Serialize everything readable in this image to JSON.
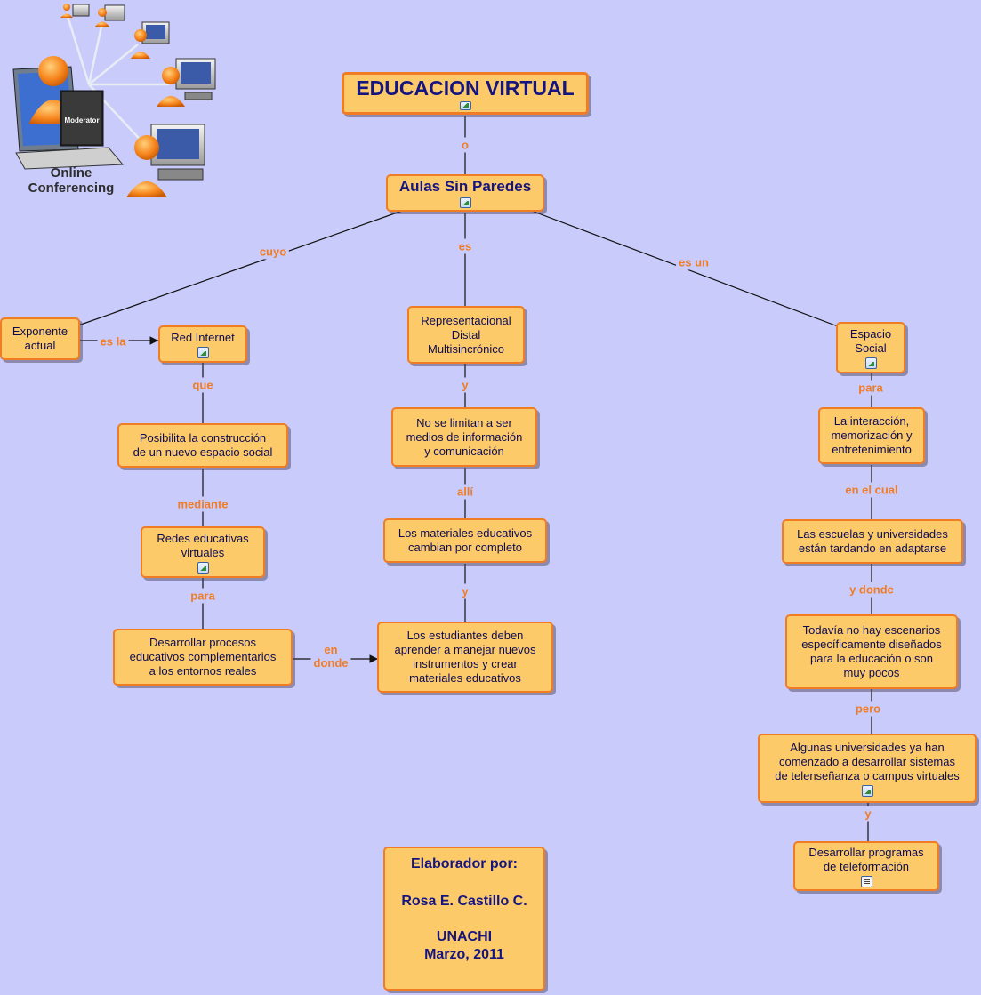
{
  "clipart": {
    "moderator_label": "Moderator",
    "caption": "Online\nConferencing"
  },
  "nodes": {
    "root": "EDUCACION VIRTUAL",
    "aulas": "Aulas Sin Paredes",
    "exponente": "Exponente\nactual",
    "red_internet": "Red Internet",
    "representacional": "Representacional\nDistal\nMultisincrónico",
    "espacio_social": "Espacio\nSocial",
    "posibilita": "Posibilita la construcción\nde un nuevo espacio social",
    "no_se_limitan": "No se limitan a ser\nmedios de información\ny comunicación",
    "interaccion": "La interacción,\nmemorización y\nentretenimiento",
    "redes": "Redes educativas\nvirtuales",
    "materiales": "Los materiales educativos\ncambian por completo",
    "escuelas": "Las escuelas y universidades\nestán tardando en adaptarse",
    "desarrollar_procesos": "Desarrollar procesos\neducativos complementarios\na los entornos reales",
    "estudiantes": "Los estudiantes deben\naprender a manejar nuevos\ninstrumentos y crear\nmateriales educativos",
    "todavia": "Todavía no hay escenarios\nespecíficamente diseñados\npara la educación o son\nmuy pocos",
    "algunas": "Algunas universidades ya han\ncomenzado a desarrollar sistemas\nde telenseñanza o campus virtuales",
    "teleformacion": "Desarrollar programas\nde teleformación",
    "credit_title": "Elaborador por:",
    "credit_name": "Rosa E. Castillo C.",
    "credit_org": "UNACHI",
    "credit_date": "Marzo, 2011"
  },
  "links": {
    "o": "o",
    "cuyo": "cuyo",
    "es": "es",
    "es_un": "es un",
    "es_la": "es la",
    "que": "que",
    "y1": "y",
    "para1": "para",
    "mediante": "mediante",
    "alli": "allí",
    "en_el_cual": "en el cual",
    "para2": "para",
    "y2": "y",
    "y_donde": "y donde",
    "en_donde": "en\ndonde",
    "pero": "pero",
    "y3": "y"
  },
  "colors": {
    "background": "#c9cbfb",
    "node_fill": "#fdca6a",
    "node_border": "#f07c24",
    "node_text": "#0c0c55",
    "link_label": "#f07c24",
    "line": "#111111"
  },
  "icons": {
    "image_attachment": "image-attachment-icon",
    "document_attachment": "document-attachment-icon"
  }
}
